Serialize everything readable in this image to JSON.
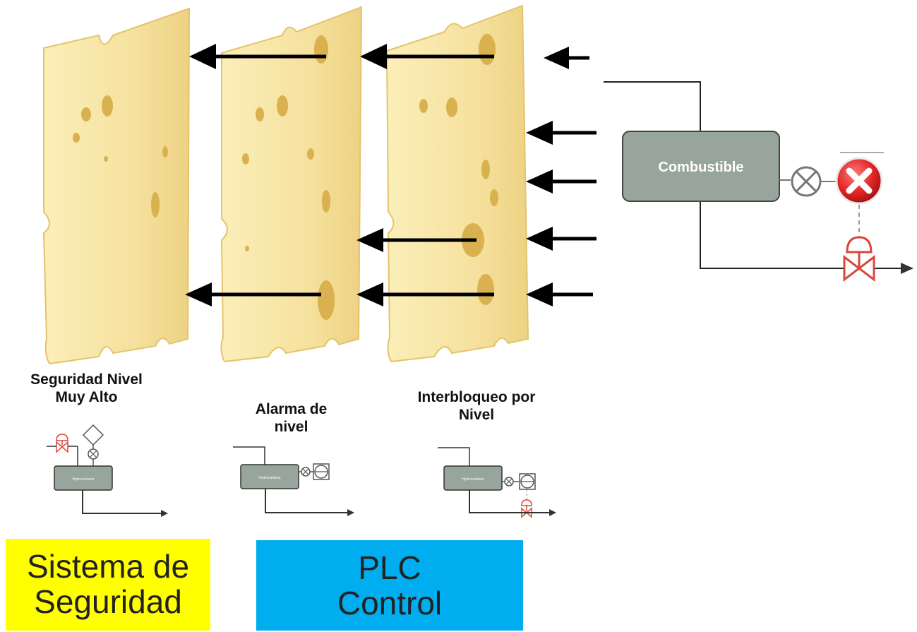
{
  "layers": {
    "layer1": {
      "line1": "Seguridad Nivel",
      "line2": "Muy Alto",
      "vessel_label": "Hydrocarbons"
    },
    "layer2": {
      "line1": "Alarma de",
      "line2": "nivel",
      "vessel_label": "Hydrocarbons"
    },
    "layer3": {
      "line1": "Interbloqueo por",
      "line2": "Nivel",
      "vessel_label": "Hydrocarbons"
    }
  },
  "main_diagram": {
    "vessel_label": "Combustible"
  },
  "groups": {
    "safety": {
      "line1": "Sistema de",
      "line2": "Seguridad"
    },
    "plc": {
      "line1": "PLC",
      "line2": "Control"
    }
  },
  "colors": {
    "cheese": "#f4e09a",
    "cheese_edge": "#e3c46a",
    "hole": "#d9b14e",
    "vessel": "#97a59d",
    "valve": "#d9473a",
    "safety_box": "#ffff00",
    "plc_box": "#00aeef",
    "arrow": "#000000"
  }
}
